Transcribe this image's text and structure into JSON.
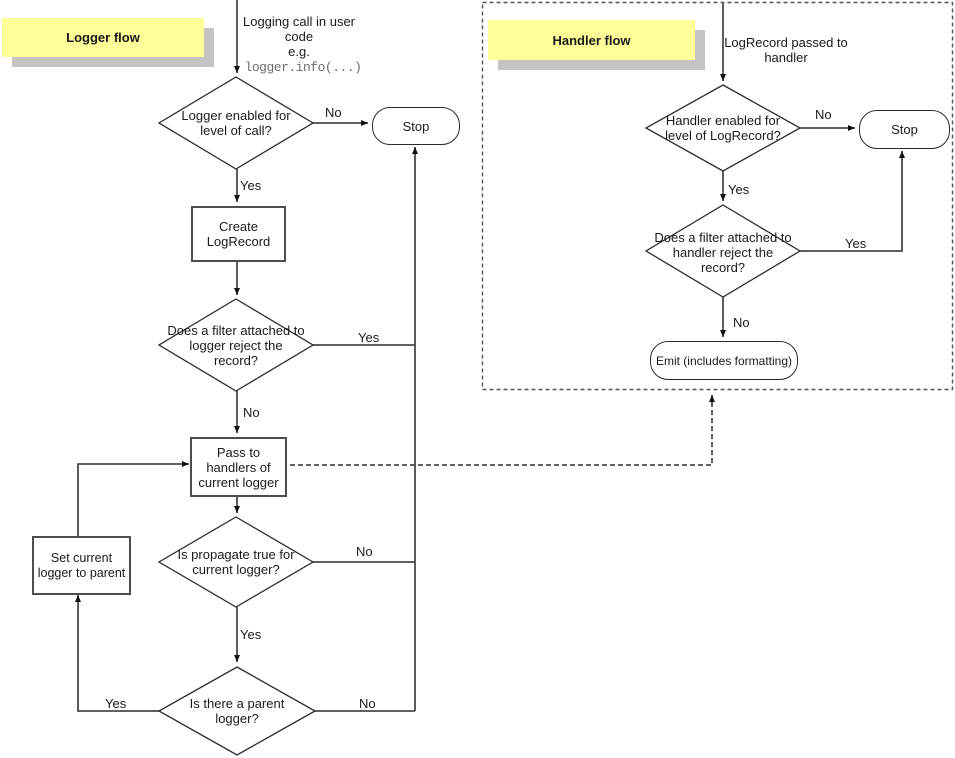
{
  "colors": {
    "note_fill": "#ffff99",
    "note_shadow": "#c4c4c4",
    "line": "#4a4a4a",
    "text": "#1a1a1a",
    "code_text": "#6e6e6e",
    "background": "#ffffff"
  },
  "logger_flow": {
    "note": "Logger flow",
    "entry_text": "Logging call in user code",
    "entry_eg": "e.g.",
    "entry_code": "logger.info(...)",
    "nodes": {
      "enabled_q": "Logger enabled for level of call?",
      "stop": "Stop",
      "create": "Create LogRecord",
      "filter_q": "Does a filter attached to logger reject the record?",
      "pass": "Pass to handlers of current logger",
      "propagate_q": "Is propagate true for current logger?",
      "parent_q": "Is there a parent logger?",
      "set_parent": "Set current logger to parent"
    },
    "labels": {
      "enabled_no": "No",
      "enabled_yes": "Yes",
      "filter_yes": "Yes",
      "filter_no": "No",
      "propagate_no": "No",
      "propagate_yes": "Yes",
      "parent_yes": "Yes",
      "parent_no": "No"
    }
  },
  "handler_flow": {
    "note": "Handler flow",
    "entry_text": "LogRecord passed to handler",
    "nodes": {
      "enabled_q": "Handler enabled for level of LogRecord?",
      "stop": "Stop",
      "filter_q": "Does a filter attached to handler reject the record?",
      "emit": "Emit (includes formatting)"
    },
    "labels": {
      "enabled_no": "No",
      "enabled_yes": "Yes",
      "filter_yes": "Yes",
      "filter_no": "No"
    }
  }
}
